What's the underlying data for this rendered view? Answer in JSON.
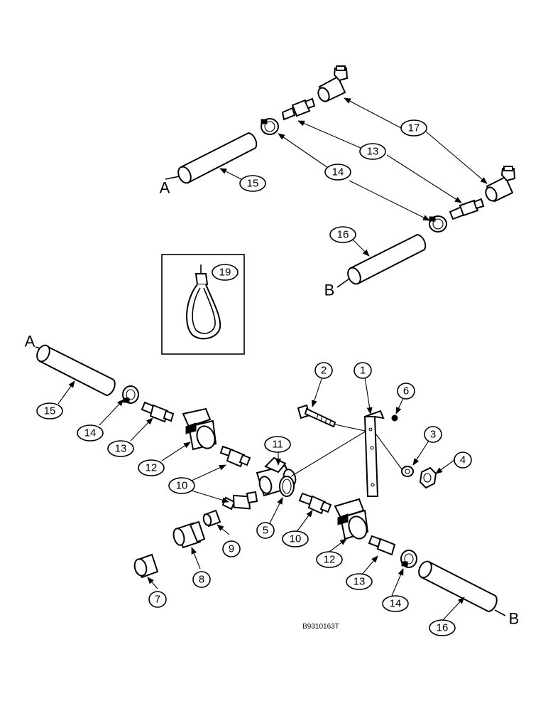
{
  "end_labels": {
    "top_a": "A",
    "top_b": "B",
    "bottom_a": "A",
    "bottom_b": "B"
  },
  "callouts": {
    "c17": "17",
    "c13_top": "13",
    "c14_top": "14",
    "c15_top": "15",
    "c16_top": "16",
    "c19": "19",
    "c15": "15",
    "c14": "14",
    "c13": "13",
    "c12": "12",
    "c10": "10",
    "c11": "11",
    "c5": "5",
    "c2": "2",
    "c1": "1",
    "c6": "6",
    "c3": "3",
    "c4": "4",
    "c9": "9",
    "c8": "8",
    "c7": "7",
    "c10b": "10",
    "c12b": "12",
    "c13b": "13",
    "c14b": "14",
    "c16": "16"
  },
  "figure_code": "B9310163T"
}
